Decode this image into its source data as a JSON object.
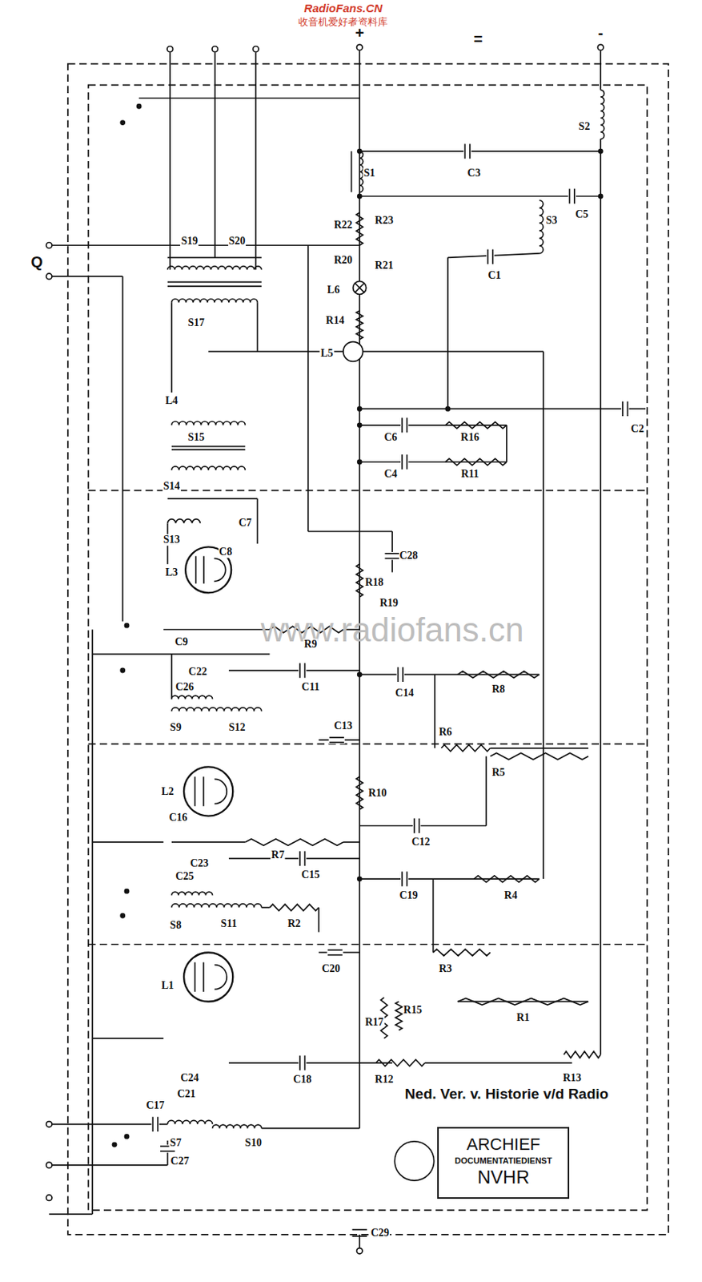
{
  "diagram": {
    "nodes": [
      {
        "text": [
          "ARCHIEF",
          "DOCUMENTATIEDIENST",
          "NVHR"
        ]
      }
    ],
    "labels": [
      "RadioFans.CN",
      "收音机爱好者资料库",
      "www.radiofans.cn",
      "Ned. Ver. v. Historie v/d Radio",
      "+",
      "-",
      "=",
      "Q",
      "S1",
      "R22",
      "R23",
      "R21",
      "R20",
      "L6",
      "R14",
      "L5",
      "S2",
      "C3",
      "S3",
      "C5",
      "C1",
      "L4",
      "S17",
      "S19",
      "S20",
      "S15",
      "S14",
      "C6",
      "R16",
      "C4",
      "R11",
      "C2",
      "S13",
      "C7",
      "C8",
      "L3",
      "C9",
      "R9",
      "R18",
      "R19",
      "C28",
      "S9",
      "C26",
      "C22",
      "S12",
      "C11",
      "C13",
      "C14",
      "R8",
      "R6",
      "R5",
      "R10",
      "C12",
      "L2",
      "C16",
      "S8",
      "C25",
      "C23",
      "S11",
      "R7",
      "C15",
      "C19",
      "R4",
      "R2",
      "R3",
      "C20",
      "R1",
      "L1",
      "R17",
      "R15",
      "R12",
      "R13",
      "C21",
      "C24",
      "C18",
      "C17",
      "S7",
      "S10",
      "C27",
      "C29"
    ]
  }
}
